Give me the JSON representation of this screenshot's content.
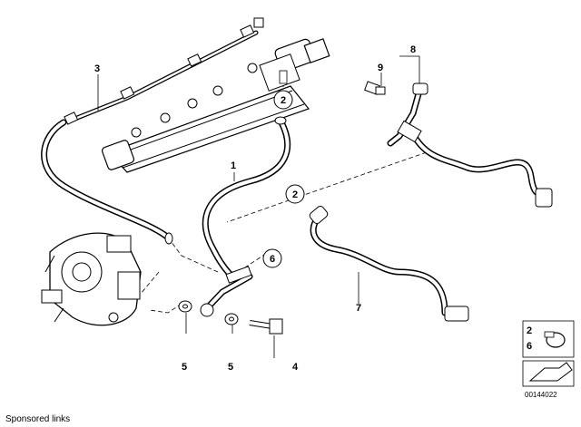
{
  "callouts": {
    "c1": "1",
    "c2a": "2",
    "c2b": "2",
    "c3": "3",
    "c4": "4",
    "c5a": "5",
    "c5b": "5",
    "c6": "6",
    "c7": "7",
    "c8": "8",
    "c9": "9"
  },
  "legend": {
    "num_top": "2",
    "num_bottom": "6",
    "part_code": "00144022"
  },
  "footer": {
    "sponsored": "Sponsored links"
  }
}
